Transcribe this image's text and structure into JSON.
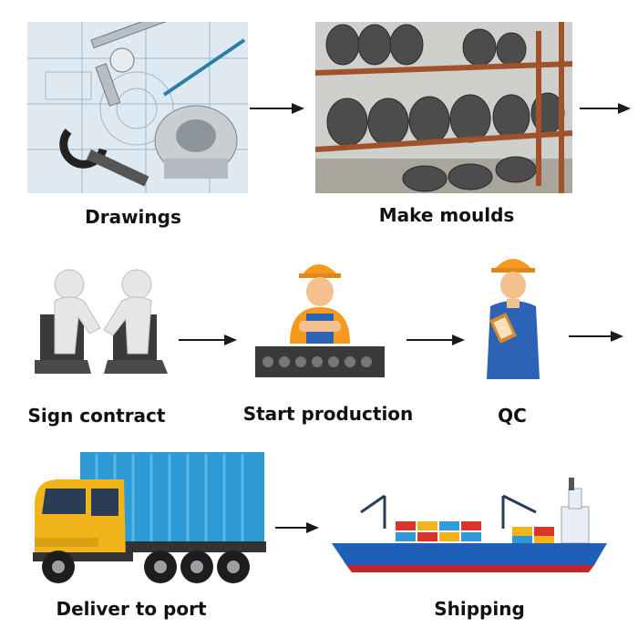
{
  "steps": {
    "drawings": {
      "label": "Drawings"
    },
    "make_moulds": {
      "label": "Make moulds"
    },
    "sign_contract": {
      "label": "Sign contract"
    },
    "start_production": {
      "label": "Start production"
    },
    "qc": {
      "label": "QC"
    },
    "deliver_to_port": {
      "label": "Deliver to port"
    },
    "shipping": {
      "label": "Shipping"
    }
  },
  "icons": {
    "drawings": "blueprint-with-caliper-photo",
    "make_moulds": "mould-rack-photo",
    "sign_contract": "handshake-laptops-icon",
    "start_production": "worker-conveyor-icon",
    "qc": "inspector-clipboard-icon",
    "deliver_to_port": "container-truck-icon",
    "shipping": "cargo-ship-icon"
  },
  "colors": {
    "text": "#111111",
    "arrow": "#1a1a1a",
    "helmet": "#f59a1e",
    "overalls": "#2d63b5",
    "container": "#2f9ad6",
    "truck_cab": "#f2b41b",
    "ship_hull": "#1f5fb8",
    "ship_bottom": "#c0262b"
  }
}
